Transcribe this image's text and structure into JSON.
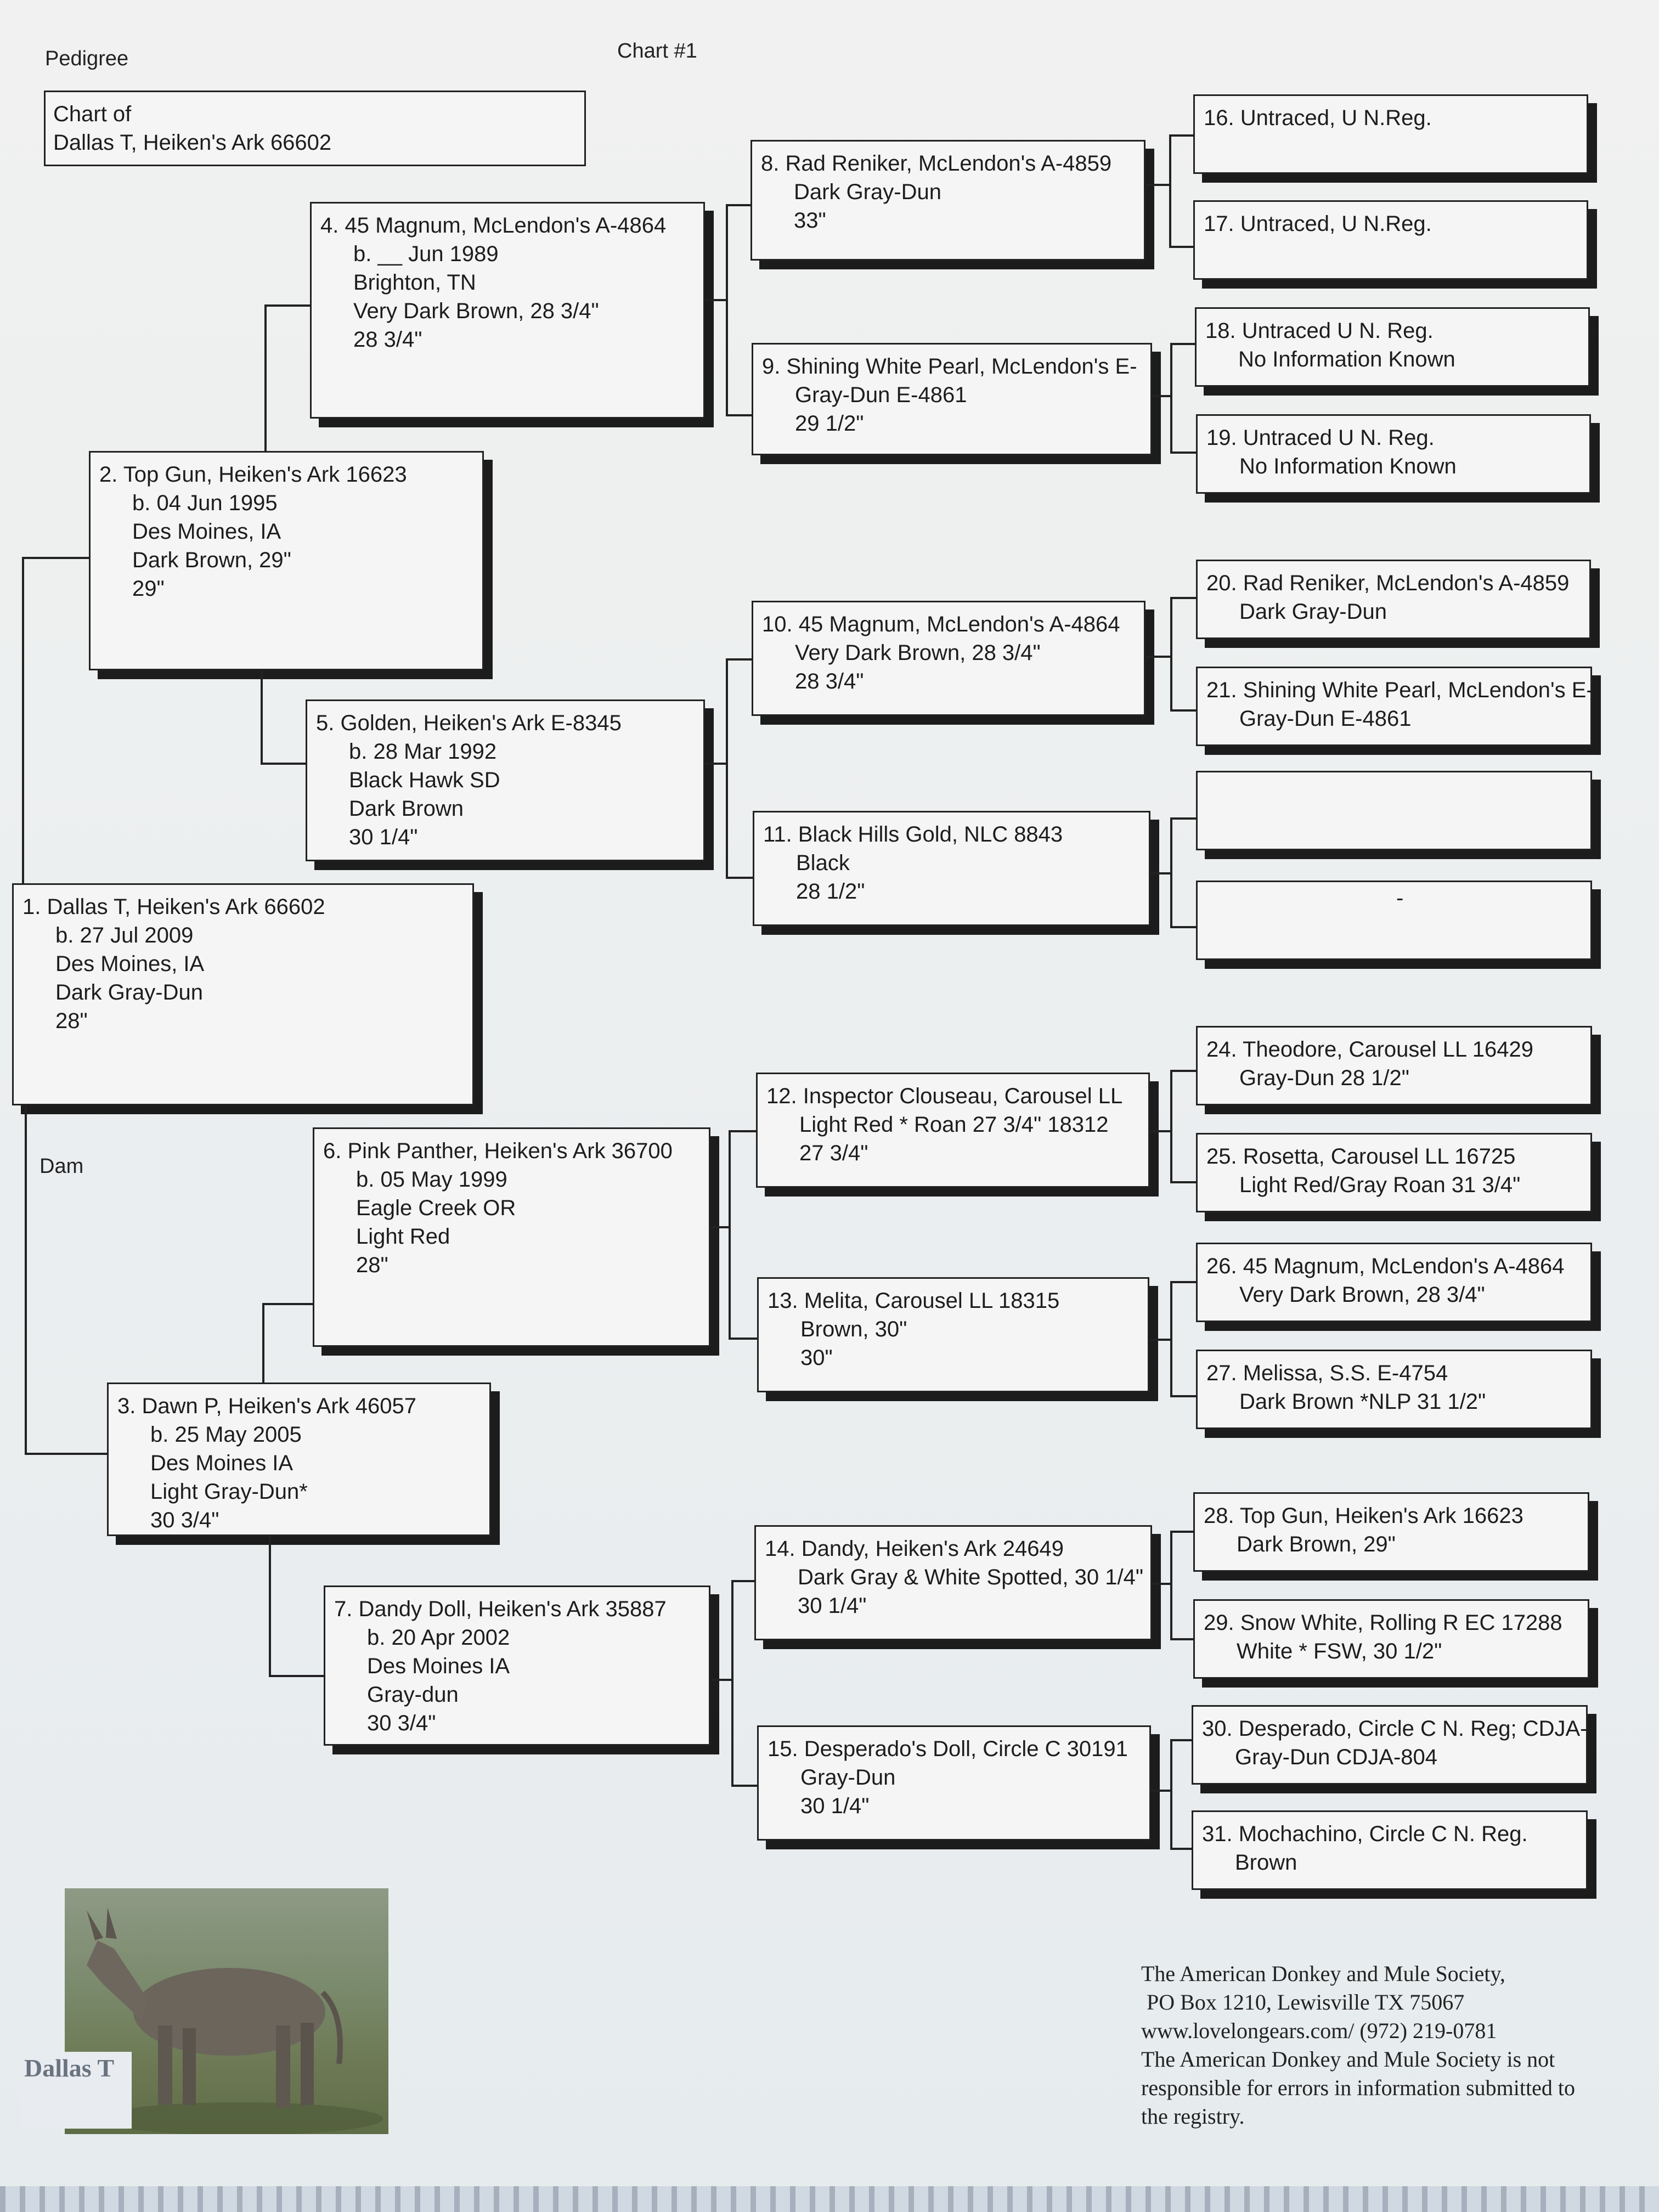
{
  "header": {
    "title": "Pedigree",
    "chart_no": "Chart #1"
  },
  "chart_of": {
    "line1": "Chart of",
    "line2": "Dallas T, Heiken's Ark 66602"
  },
  "dam_label": "Dam",
  "gen1": [
    {
      "name": "1. Dallas T, Heiken's Ark 66602",
      "lines": [
        "b. 27 Jul 2009",
        "Des Moines, IA",
        "Dark Gray-Dun",
        "28\""
      ]
    }
  ],
  "gen2": [
    {
      "name": "2. Top Gun, Heiken's Ark 16623",
      "lines": [
        "b. 04 Jun 1995",
        "Des Moines, IA",
        "Dark Brown, 29\"",
        "29\""
      ]
    },
    {
      "name": "3. Dawn P, Heiken's Ark 46057",
      "lines": [
        "b. 25 May 2005",
        "Des Moines IA",
        "Light Gray-Dun*",
        "30 3/4\""
      ]
    }
  ],
  "gen3": [
    {
      "name": "4. 45 Magnum, McLendon's A-4864",
      "lines": [
        "b. __ Jun 1989",
        "Brighton, TN",
        "Very Dark Brown, 28 3/4\"",
        "28 3/4\""
      ]
    },
    {
      "name": "5. Golden, Heiken's Ark E-8345",
      "lines": [
        "b. 28 Mar 1992",
        "Black Hawk SD",
        "Dark Brown",
        "30 1/4\""
      ]
    },
    {
      "name": "6. Pink Panther, Heiken's Ark 36700",
      "lines": [
        "b. 05 May 1999",
        "Eagle Creek OR",
        "Light Red",
        "28\""
      ]
    },
    {
      "name": "7. Dandy Doll, Heiken's Ark 35887",
      "lines": [
        "b. 20 Apr 2002",
        "Des Moines IA",
        "Gray-dun",
        "30 3/4\""
      ]
    }
  ],
  "gen4": [
    {
      "name": "8. Rad Reniker, McLendon's A-4859",
      "lines": [
        "Dark Gray-Dun",
        "33\""
      ]
    },
    {
      "name": "9. Shining White Pearl, McLendon's E-",
      "lines": [
        "Gray-Dun   E-4861",
        "29 1/2\""
      ]
    },
    {
      "name": "10. 45 Magnum, McLendon's A-4864",
      "lines": [
        "Very Dark Brown, 28 3/4\"",
        "28 3/4\""
      ]
    },
    {
      "name": "11. Black Hills Gold, NLC 8843",
      "lines": [
        "Black",
        "28 1/2\""
      ]
    },
    {
      "name": "12. Inspector Clouseau, Carousel LL",
      "lines": [
        "Light Red * Roan  27 3/4\"  18312",
        "27 3/4\""
      ]
    },
    {
      "name": "13. Melita, Carousel LL 18315",
      "lines": [
        "Brown, 30\"",
        "30\""
      ]
    },
    {
      "name": "14. Dandy, Heiken's Ark 24649",
      "lines": [
        "Dark Gray & White Spotted, 30 1/4\"",
        "30 1/4\""
      ]
    },
    {
      "name": "15. Desperado's Doll, Circle C 30191",
      "lines": [
        "Gray-Dun",
        "30 1/4\""
      ]
    }
  ],
  "gen5": [
    {
      "name": "16. Untraced, U N.Reg.",
      "lines": []
    },
    {
      "name": "17. Untraced, U N.Reg.",
      "lines": []
    },
    {
      "name": "18. Untraced U N. Reg.",
      "lines": [
        "No Information Known"
      ]
    },
    {
      "name": "19. Untraced U N. Reg.",
      "lines": [
        "No Information Known"
      ]
    },
    {
      "name": "20. Rad Reniker, McLendon's A-4859",
      "lines": [
        "Dark Gray-Dun"
      ]
    },
    {
      "name": "21. Shining White Pearl, McLendon's E-",
      "lines": [
        "Gray-Dun   E-4861"
      ]
    },
    {
      "name": "",
      "lines": []
    },
    {
      "name": "",
      "lines": []
    },
    {
      "name": "24. Theodore, Carousel LL 16429",
      "lines": [
        "Gray-Dun   28 1/2\""
      ]
    },
    {
      "name": "25. Rosetta, Carousel LL 16725",
      "lines": [
        "Light Red/Gray Roan   31 3/4\""
      ]
    },
    {
      "name": "26. 45 Magnum, McLendon's A-4864",
      "lines": [
        "Very Dark Brown, 28 3/4\""
      ]
    },
    {
      "name": "27. Melissa, S.S. E-4754",
      "lines": [
        "Dark Brown *NLP  31 1/2\""
      ]
    },
    {
      "name": "28. Top Gun, Heiken's Ark 16623",
      "lines": [
        "Dark Brown, 29\""
      ]
    },
    {
      "name": "29. Snow White, Rolling R EC 17288",
      "lines": [
        "White * FSW, 30 1/2\""
      ]
    },
    {
      "name": "30. Desperado, Circle C N. Reg; CDJA-",
      "lines": [
        "Gray-Dun CDJA-804"
      ]
    },
    {
      "name": "31. Mochachino, Circle C N. Reg.",
      "lines": [
        "Brown"
      ]
    }
  ],
  "photo": {
    "caption": "Dallas T"
  },
  "footer": {
    "lines": [
      "The American Donkey and Mule Society,",
      " PO Box 1210, Lewisville TX 75067",
      "www.lovelongears.com/ (972) 219-0781",
      "The American Donkey and Mule Society is not",
      "responsible for errors in information submitted to",
      "the registry."
    ]
  }
}
